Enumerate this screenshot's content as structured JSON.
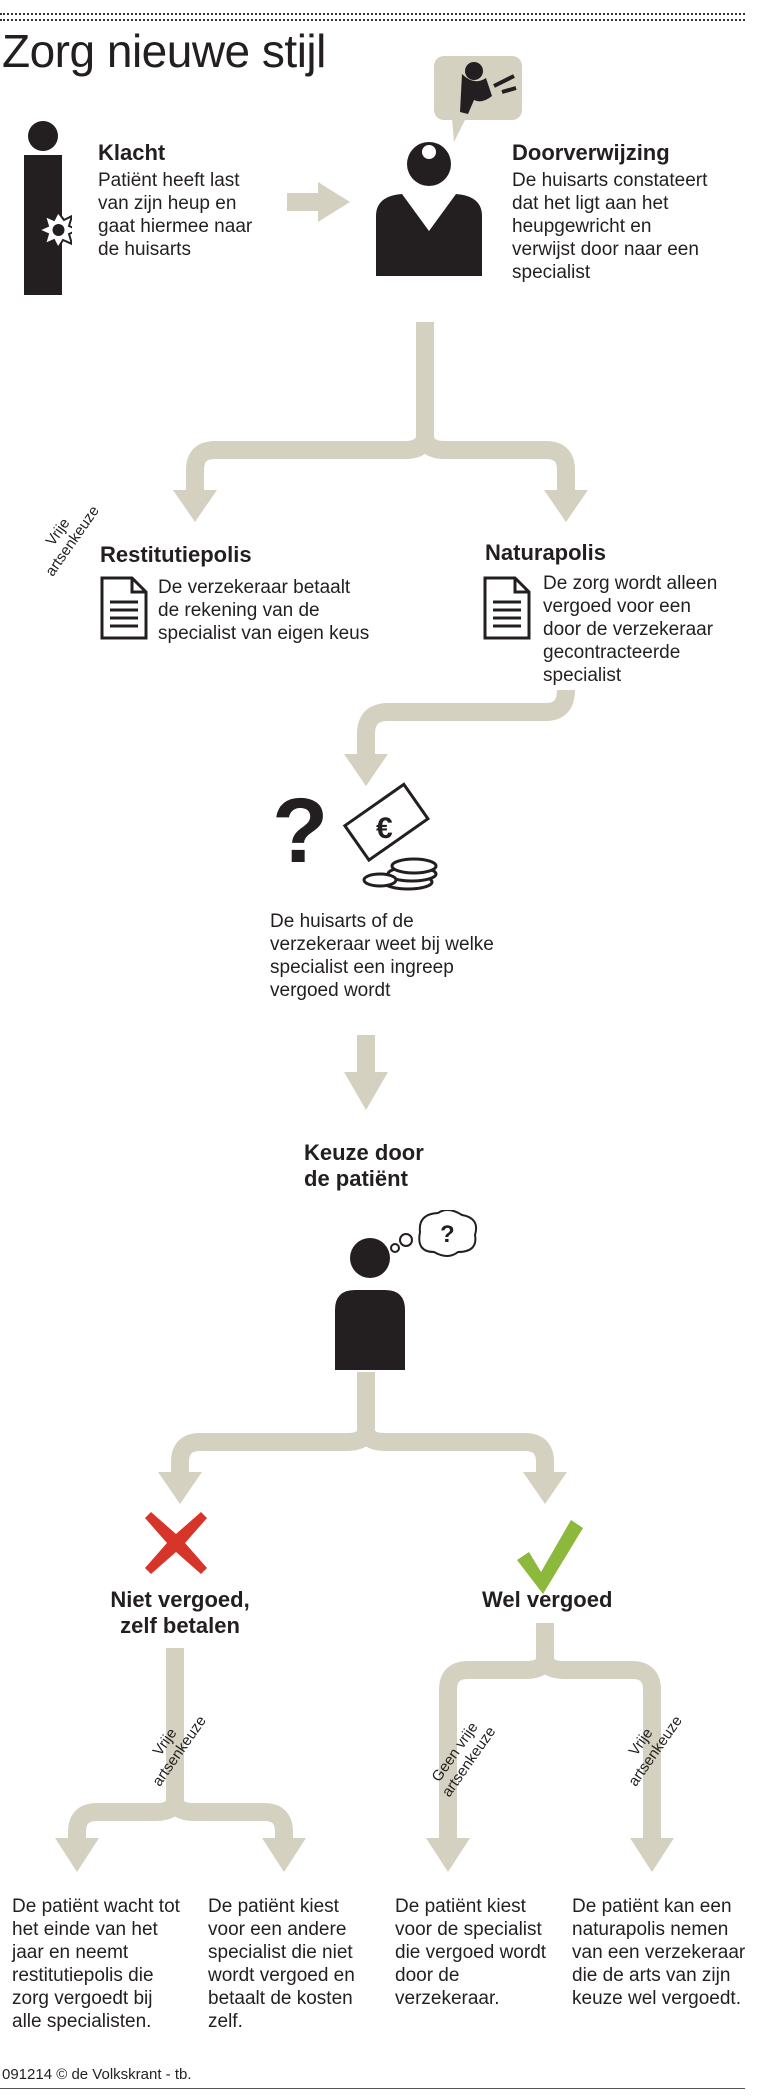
{
  "title": "Zorg nieuwe stijl",
  "steps": {
    "klacht": {
      "title": "Klacht",
      "text": "Patiënt heeft last van zijn heup en gaat hiermee naar de huisarts"
    },
    "doorverwijzing": {
      "title": "Doorverwijzing",
      "text": "De huisarts constateert dat het ligt aan het heupgewricht en verwijst door naar een specialist"
    },
    "restitutiepolis": {
      "title": "Restitutiepolis",
      "text": "De verzekeraar betaalt de rekening van de specialist van eigen keus",
      "tag": "Vrije artsenkeuze"
    },
    "naturapolis": {
      "title": "Naturapolis",
      "text": "De zorg wordt alleen vergoed voor een door de verzekeraar gecontracteerde specialist"
    },
    "huisarts_weet": {
      "text": "De huisarts of de verzekeraar weet bij welke specialist een ingreep vergoed wordt"
    },
    "keuze": {
      "title": "Keuze door de patiënt"
    },
    "niet_vergoed": {
      "title": "Niet vergoed, zelf betalen",
      "tag": "Vrije artsenkeuze"
    },
    "wel_vergoed": {
      "title": "Wel vergoed",
      "tag_left": "Geen vrije artsenkeuze",
      "tag_right": "Vrije artsenkeuze"
    }
  },
  "outcomes": [
    {
      "text": "De patiënt wacht tot het einde van het jaar en neemt restitutiepolis die zorg vergoedt bij alle specialisten."
    },
    {
      "text": "De patiënt kiest voor een andere specialist die niet wordt vergoed en betaalt de kosten zelf."
    },
    {
      "text": "De patiënt kiest voor de specialist die vergoed wordt door de verzekeraar."
    },
    {
      "text": "De patiënt kan een naturapolis nemen van een verzekeraar die de arts van zijn keuze wel vergoedt."
    }
  ],
  "thought_symbol": "?",
  "question_symbol": "?",
  "euro_symbol": "€",
  "footer": "091214 © de Volkskrant - tb.",
  "colors": {
    "flow": "#d4d1c1",
    "ink": "#231f20",
    "cross": "#d7342a",
    "check": "#8cb83c"
  },
  "icons": [
    "person-icon",
    "burst-icon",
    "doctor-icon",
    "hip-joint-icon",
    "document-icon",
    "question-mark-icon",
    "euro-note-icon",
    "coins-icon",
    "thinking-person-icon",
    "cross-icon",
    "check-icon"
  ]
}
